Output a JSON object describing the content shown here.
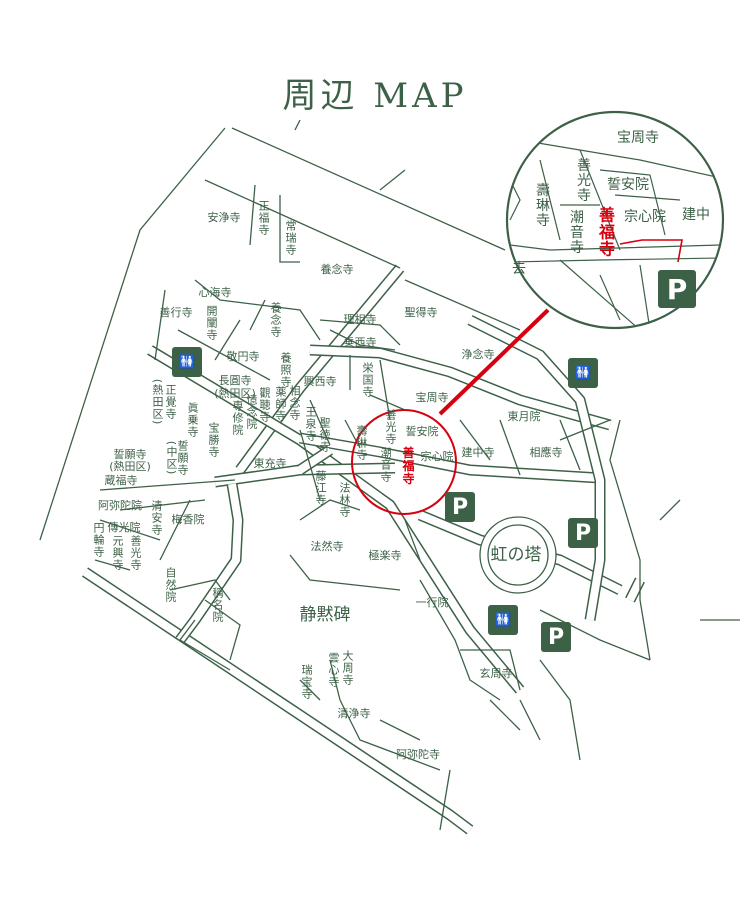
{
  "title": "周辺 MAP",
  "colors": {
    "line": "#3d6147",
    "highlight": "#d7000f",
    "icon_bg": "#3d6147"
  },
  "icons": {
    "parking": "P",
    "restroom": "🚻"
  },
  "map": {
    "labels": [
      "安浄寺",
      "正福寺",
      "常瑞寺",
      "養念寺",
      "心海寺",
      "善行寺",
      "開闡寺",
      "養念寺",
      "理相寺",
      "聖得寺",
      "乗西寺",
      "敬円寺",
      "養照寺",
      "興西寺",
      "栄国寺",
      "浄念寺",
      "長圓寺",
      "(熱田区)",
      "正覺寺",
      "(熱田区)",
      "眞乗寺",
      "宝勝寺",
      "専修院",
      "憶念院",
      "觀聴寺",
      "薬師寺",
      "相念寺",
      "王泉寺",
      "聖徳寺",
      "壽琳寺",
      "善光寺",
      "宝周寺",
      "誓安院",
      "宗心院",
      "潮音寺",
      "建中寺",
      "東月院",
      "相應寺",
      "東充寺",
      "藤江寺",
      "法林寺",
      "誓願寺",
      "(熱田区)",
      "誓願寺",
      "(中区)",
      "蔵福寺",
      "阿弥陀院",
      "清安寺",
      "梅香院",
      "傳光院",
      "円輪寺",
      "元興寺",
      "善光寺",
      "自然院",
      "稱名院",
      "法然寺",
      "極楽寺",
      "静黙碑",
      "一行院",
      "虹の塔",
      "玄周寺",
      "瑞宝寺",
      "雲心寺",
      "大周寺",
      "清浄寺",
      "阿弥陀寺"
    ],
    "highlight": "善福寺"
  },
  "inset": {
    "labels": [
      "宝周寺",
      "善光寺",
      "誓安院",
      "壽琳寺",
      "潮音寺",
      "宗心院",
      "建中",
      "去"
    ],
    "highlight": "善福寺"
  }
}
